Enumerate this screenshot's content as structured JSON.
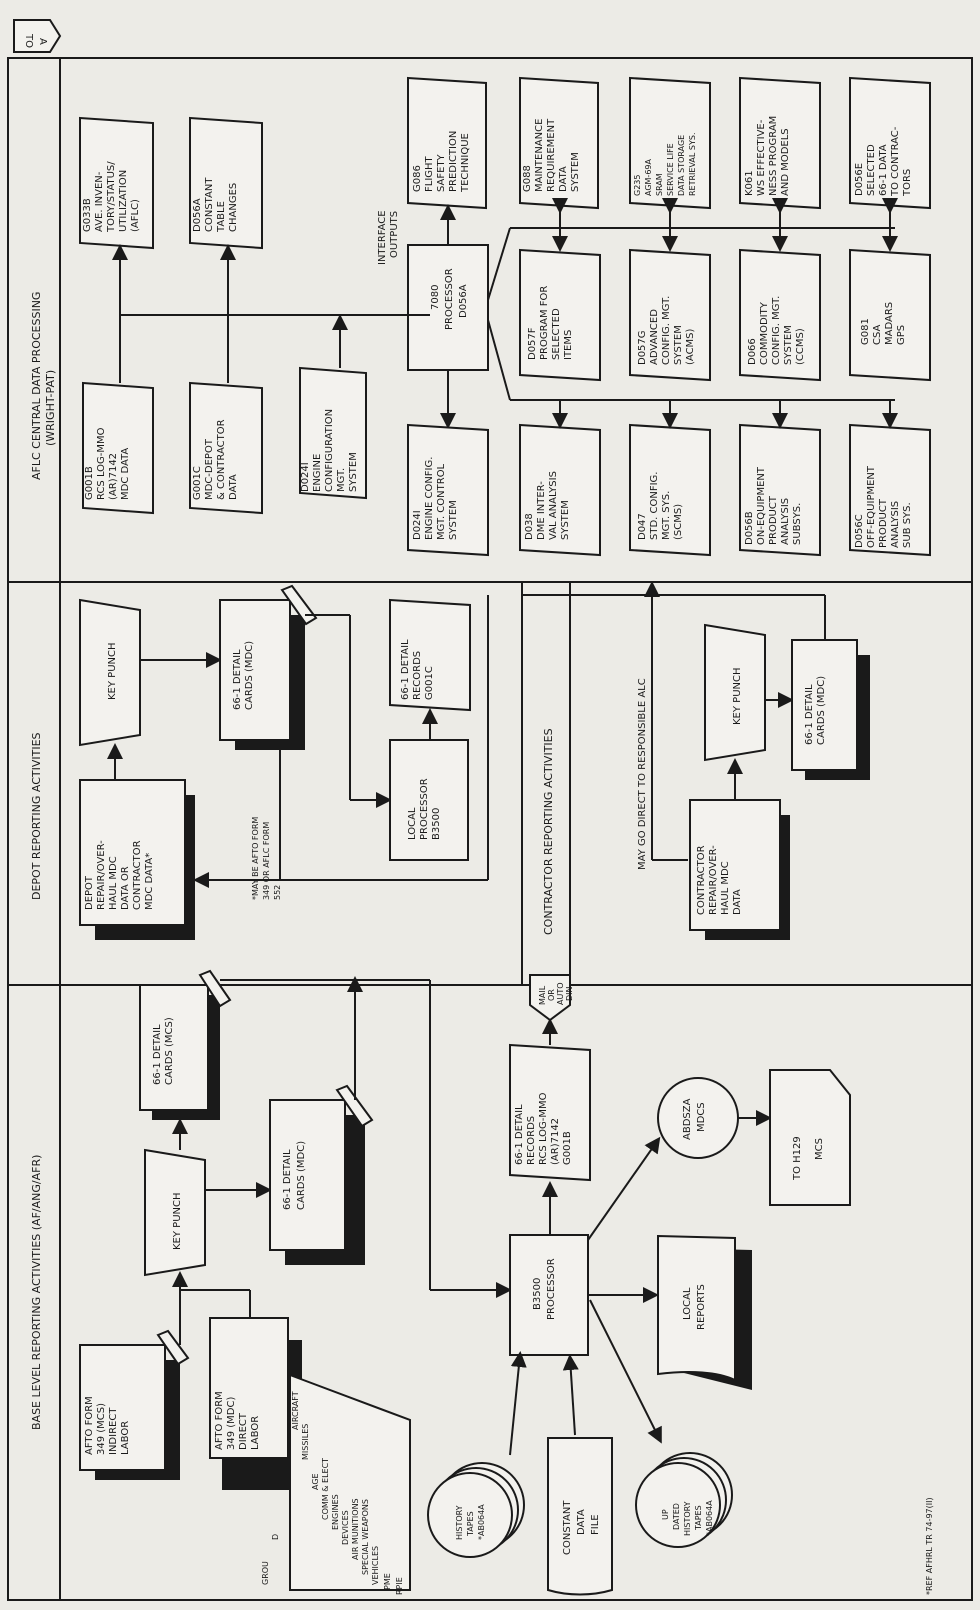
{
  "sections": {
    "base": "BASE LEVEL REPORTING ACTIVITIES (AF/ANG/AFR)",
    "depot": "DEPOT REPORTING ACTIVITIES",
    "contractor": "CONTRACTOR REPORTING ACTIVITIES",
    "central": [
      "AFLC CENTRAL DATA PROCESSING",
      "(WRIGHT-PAT)"
    ]
  },
  "offpage": [
    "TO",
    "A"
  ],
  "base": {
    "afto_indirect": [
      "AFTO FORM",
      "349 (MCS)",
      "INDIRECT",
      "LABOR"
    ],
    "afto_direct": [
      "AFTO FORM",
      "349 (MDC)",
      "DIRECT",
      "LABOR"
    ],
    "tabs": [
      "AIRCRAFT",
      "MISSILES",
      "AGE",
      "COMM & ELECT",
      "ENGINES",
      "DEVICES",
      "AIR MUNITIONS",
      "SPECIAL WEAPONS",
      "VEHICLES",
      "PME",
      "RPIE"
    ],
    "tabs_left": [
      "GROU",
      "D"
    ],
    "keypunch": [
      "KEY PUNCH"
    ],
    "cards_mcs": [
      "66-1 DETAIL",
      "CARDS (MCS)"
    ],
    "cards_mdc": [
      "66-1 DETAIL",
      "CARDS (MDC)"
    ],
    "processor": [
      "B3500",
      "PROCESSOR"
    ],
    "detail_records": [
      "66-1 DETAIL",
      "RECORDS",
      "RCS LOG-MMO",
      "(AR)7142",
      "G001B"
    ],
    "mail": [
      "MAIL",
      "OR",
      "AUTO",
      "DIN"
    ],
    "mdcs": [
      "ABDSZA",
      "MDCS"
    ],
    "to_h129": [
      "TO H129",
      "MCS"
    ],
    "local_reports": [
      "LOCAL",
      "REPORTS"
    ],
    "history": [
      "HISTORY",
      "TAPES",
      "*AB064A"
    ],
    "constant": [
      "CONSTANT",
      "DATA",
      "FILE"
    ],
    "updated": [
      "UP",
      "DATED",
      "HISTORY",
      "TAPES",
      "*AB064A"
    ],
    "ref": "*REF AFHRL TR 74-97(II)"
  },
  "depot": {
    "depot_data": [
      "DEPOT",
      "REPAIR/OVER-",
      "HAUL MDC",
      "DATA OR",
      "CONTRACTOR",
      "MDC DATA*"
    ],
    "keypunch": [
      "KEY PUNCH"
    ],
    "cards": [
      "66-1 DETAIL",
      "CARDS (MDC)"
    ],
    "note": [
      "*MAY BE AFTO FORM",
      "349 OR AFLC FORM",
      "552"
    ],
    "processor": [
      "LOCAL",
      "PROCESSOR",
      "B3500"
    ],
    "records": [
      "66-1 DETAIL",
      "RECORDS",
      "G001C"
    ]
  },
  "contractor": {
    "may_go": "MAY GO DIRECT TO RESPONSIBLE ALC",
    "data": [
      "CONTRACTOR",
      "REPAIR/OVER-",
      "HAUL MDC",
      "DATA"
    ],
    "keypunch": [
      "KEY PUNCH"
    ],
    "cards": [
      "66-1 DETAIL",
      "CARDS (MDC)"
    ]
  },
  "central": {
    "in1": [
      "G001B",
      "RCS LOG-MMO",
      "(AR)7142",
      "MDC DATA"
    ],
    "in2": [
      "G001C",
      "MDC-DEPOT",
      "& CONTRACTOR",
      "DATA"
    ],
    "in3": [
      "D024I",
      "ENGINE",
      "CONFIGURATION",
      "MGT.",
      "SYSTEM"
    ],
    "out_g033": [
      "G033B",
      "AVE. INVEN-",
      "TORY/STATUS/",
      "UTILIZATION",
      "(AFLC)"
    ],
    "out_d056": [
      "D056A",
      "CONSTANT",
      "TABLE",
      "CHANGES"
    ],
    "interface": [
      "INTERFACE",
      "OUTPUTS"
    ],
    "processor": [
      "7080",
      "PROCESSOR",
      "D056A"
    ],
    "g086": [
      "G086",
      "FLIGHT",
      "SAFETY",
      "PREDICTION",
      "TECHNIQUE"
    ],
    "g088": [
      "G088",
      "MAINTENANCE",
      "REQUIREMENT",
      "DATA",
      "SYSTEM"
    ],
    "g235": [
      "G235",
      "AGM-69A",
      "SRAM",
      "SERVICE LIFE",
      "DATA STORAGE",
      "RETRIEVAL SYS."
    ],
    "k061": [
      "K061",
      "WS EFFECTIVE-",
      "NESS PROGRAM",
      "AND MODELS"
    ],
    "d056e": [
      "D056E",
      "SELECTED",
      "66-1 DATA",
      "TO CONTRAC-",
      "TORS"
    ],
    "d057f": [
      "D057F",
      "PROGRAM FOR",
      "SELECTED",
      "ITEMS"
    ],
    "d057g": [
      "D057G",
      "ADVANCED",
      "CONFIG. MGT.",
      "SYSTEM",
      "(ACMS)"
    ],
    "d066": [
      "D066",
      "COMMODITY",
      "CONFIG. MGT.",
      "SYSTEM",
      "(CCMS)"
    ],
    "g081": [
      "G081",
      "CSA",
      "MADARS",
      "GPS"
    ],
    "d024": [
      "D024I",
      "ENGINE CONFIG.",
      "MGT. CONTROL",
      "SYSTEM"
    ],
    "d038": [
      "D038",
      "DME INTER-",
      "VAL ANALYSIS",
      "SYSTEM"
    ],
    "d047": [
      "D047",
      "STD. CONFIG.",
      "MGT. SYS.",
      "(SCMS)"
    ],
    "d056b": [
      "D056B",
      "ON-EQUIPMENT",
      "PRODUCT",
      "ANALYSIS",
      "SUBSYS."
    ],
    "d056c": [
      "D056C",
      "OFF-EQUIPMENT",
      "PRODUCT",
      "ANALYSIS",
      "SUB SYS."
    ]
  }
}
